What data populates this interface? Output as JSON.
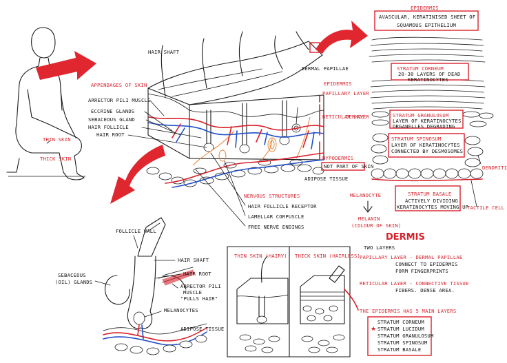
{
  "epidermis_panel": {
    "title": "EPIDERMIS",
    "subtitle_1": "AVASCULAR, KERATINISED SHEET OF",
    "subtitle_2": "SQUAMOUS EPITHELIUM",
    "corneum_1": "STRATUM CORNEUM",
    "corneum_2": "20-30 LAYERS OF DEAD",
    "corneum_3": "KERATINOCYTES",
    "granulosum_1": "STRATUM GRANULOSUM",
    "granulosum_2": "LAYER OF KERATINOCYTES",
    "granulosum_3": "ORGANELLES DEGRADING",
    "spinosum_1": "STRATUM SPINOSUM",
    "spinosum_2": "LAYER OF KERATINOCYTES",
    "spinosum_3": "CONNECTED BY DESMOSOMES",
    "basale_1": "STRATUM BASALE",
    "basale_2": "ACTIVELY DIVIDING",
    "basale_3": "KERATINOCYTES MOVING UP",
    "dendritic": "DENDRITIC CELL",
    "tactile": "TACTILE CELL",
    "melanocyte": "MELANOCYTE",
    "melanin_1": "MELANIN",
    "melanin_2": "(COLOUR OF SKIN)"
  },
  "block": {
    "hair_shaft": "HAIR SHAFT",
    "dermal_papillae": "DERMAL PAPILLAE",
    "epidermis": "EPIDERMIS",
    "papillary": "PAPILLARY LAYER",
    "dermis": "DERMIS",
    "reticular": "RETICULAR LAYER",
    "hypodermis": "HYPODERMIS",
    "not_part": "NOT PART OF SKIN",
    "adipose": "ADIPOSE TISSUE",
    "appendages": "APPENDAGES OF SKIN",
    "arrector": "ARRECTOR PILI MUSCLE",
    "eccrine": "ECCRINE GLANDS",
    "sebaceous": "SEBACEOUS GLAND",
    "follicle": "HAIR FOLLICLE",
    "root": "HAIR ROOT",
    "nervous": "NERVOUS STRUCTURES",
    "receptor": "HAIR FOLLICLE RECEPTOR",
    "lamellar": "LAMELLAR CORPUSCLE",
    "free_nerve": "FREE NERVE ENDINGS"
  },
  "person": {
    "thin": "THIN SKIN",
    "thick": "THICK SKIN"
  },
  "follicle": {
    "wall": "FOLLICLE WALL",
    "shaft": "HAIR SHAFT",
    "root": "HAIR ROOT",
    "arrector_1": "ARRECTOR PILI",
    "arrector_2": "MUSCLE",
    "arrector_3": "\"PULLS HAIR\"",
    "melanocytes": "MELANOCYTES",
    "sebaceous_1": "SEBACEOUS",
    "sebaceous_2": "(OIL) GLANDS",
    "adipose": "ADIPOSE TISSUE"
  },
  "compare": {
    "thin": "THIN SKIN (HAIRY)",
    "thick": "THICK SKIN (HAIRLESS)",
    "note": "THE EPIDERMIS HAS 5 MAIN LAYERS"
  },
  "dermis": {
    "title": "DERMIS",
    "two_layers": "TWO LAYERS",
    "pap_1": "PAPILLARY LAYER - DERMAL PAPILLAE",
    "pap_2": "CONNECT TO EPIDERMIS",
    "pap_3": "FORM FINGERPRINTS",
    "ret_1": "RETICULAR LAYER - CONNECTIVE TISSUE",
    "ret_2": "FIBERS. DENSE AREA.",
    "layers": [
      "STRATUM CORNEUM",
      "STRATUM LUCIDUM",
      "STRATUM GRANULOSUM",
      "STRATUM SPINOSUM",
      "STRATUM BASALE"
    ]
  },
  "colors": {
    "accent": "#d8202a",
    "vessel_blue": "#1f4fc9",
    "nerve_orange": "#e8863a"
  }
}
